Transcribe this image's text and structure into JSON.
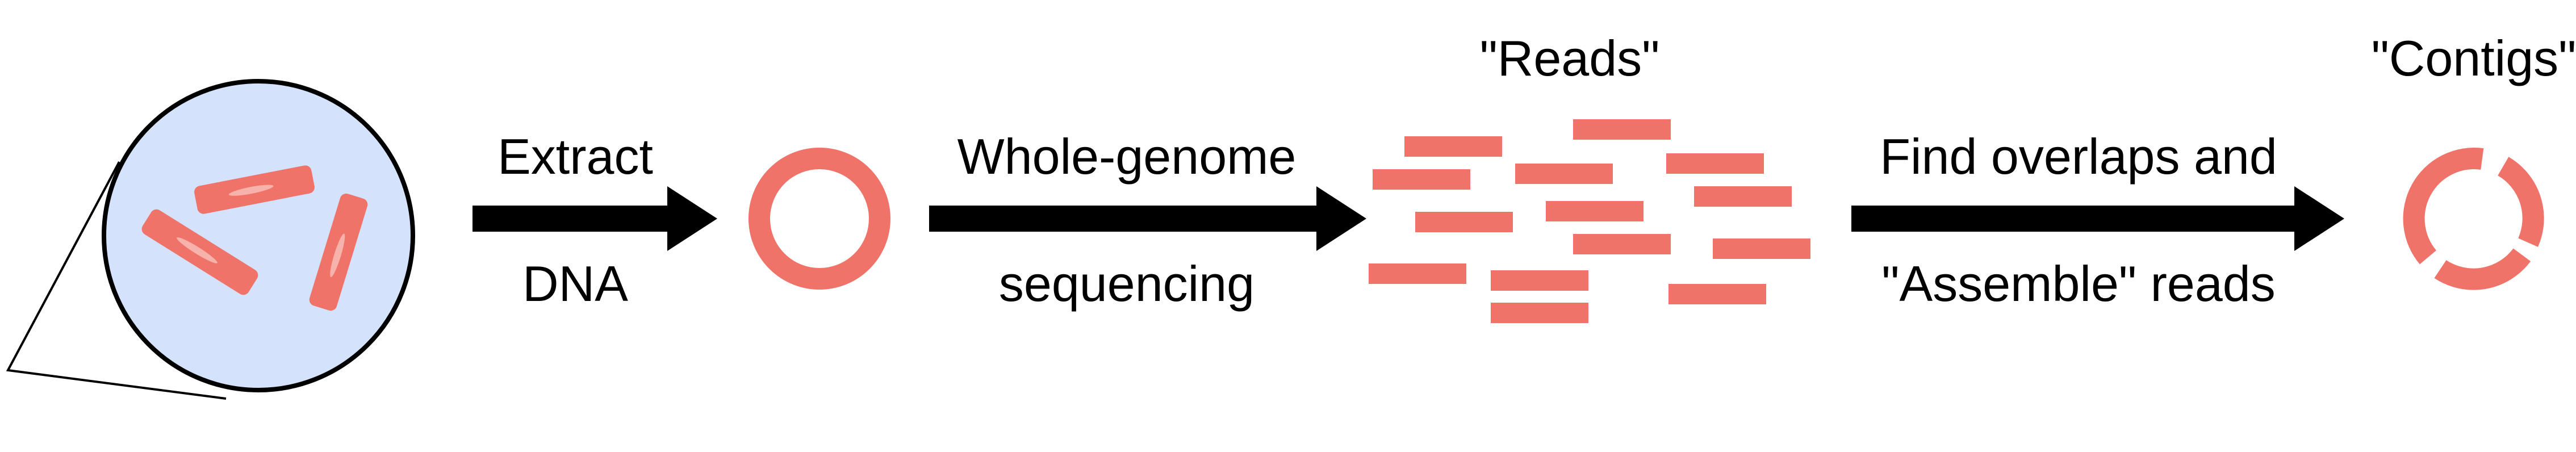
{
  "steps": {
    "extract": {
      "line1": "Extract",
      "line2": "DNA"
    },
    "sequencing": {
      "line1": "Whole-genome",
      "line2": "sequencing"
    },
    "assemble": {
      "line1": "Find overlaps and",
      "line2": "\"Assemble\" reads"
    }
  },
  "outputs": {
    "reads_title": "\"Reads\"",
    "contigs_title": "\"Contigs\""
  },
  "colors": {
    "dna": "#f0736a",
    "dna_highlight": "#f7b3ab",
    "cell_fill": "#d4e3fb",
    "outline": "#000000",
    "arrow": "#000000"
  },
  "icons": {
    "cell": "bacterial-cell-icon",
    "plasmid": "circular-dna-icon",
    "reads": "sequencing-reads-icon",
    "contigs": "assembled-contigs-icon"
  }
}
